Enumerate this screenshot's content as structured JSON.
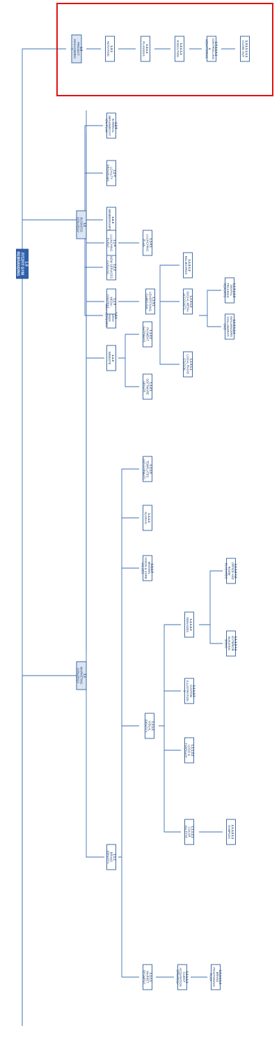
{
  "root": {
    "id": "1.0",
    "line1": "FITZFIT GYM",
    "line2": "REBRANDING"
  },
  "project_management": {
    "header": {
      "id": "1.3",
      "lines": [
        "PROJECT",
        "MANAGEMEN",
        "T"
      ]
    },
    "nodes": [
      {
        "id": "1.3.1",
        "lines": [
          "INITIATION"
        ]
      },
      {
        "id": "1.3.1.1",
        "lines": [
          "PLANNING"
        ]
      },
      {
        "id": "1.3.1.1.1",
        "lines": [
          "EXECUTION"
        ]
      },
      {
        "id": "1.3.1.1.1.1",
        "lines": [
          "CONTROLLING",
          "&",
          "MONITORING"
        ]
      },
      {
        "id": "1.3.1.1.1.1.1",
        "lines": [
          "CLOSE OUT"
        ]
      }
    ]
  },
  "business_strategy": {
    "header": {
      "id": "1.2",
      "lines": [
        "BUSINESS",
        "STRATEGY"
      ]
    },
    "children": [
      {
        "id": "1.2.1",
        "lines": [
          "FITNESS",
          "BRANDS",
          "PARTNERSHIPS"
        ]
      },
      {
        "id": "1.2.2",
        "lines": [
          "NEW SERVICES",
          "CATALOG"
        ]
      },
      {
        "id": "1.2.3",
        "lines": [
          "MEMBERSHIPS"
        ]
      },
      {
        "id": "1.2.4",
        "lines": [
          "LOYALTY",
          "PROGRAMS"
        ]
      },
      {
        "id": "1.2.5",
        "lines": [
          "INTERNAL",
          "IMPLEMENTAT",
          "ION PLAN"
        ]
      }
    ]
  },
  "marketing_strategy": {
    "header": {
      "id": "1.1",
      "lines": [
        "MARKETING",
        "STRATEGY"
      ]
    },
    "brand_identity": {
      "id": "1.1.1",
      "lines": [
        "BRAND",
        "IDENTITY"
      ]
    },
    "market_segment": {
      "id": "1.1.1.1",
      "lines": [
        "MARKET",
        "SEGMENT"
      ]
    },
    "client_acquisition": {
      "id": "1.1.1.1.1",
      "lines": [
        "CLIENT",
        "ACQUISITION",
        "STRATEGY"
      ]
    },
    "brand_positioning": {
      "id": "1.1.1.1.1.1",
      "lines": [
        "BRAND",
        "POSITIONING",
        "PLAN"
      ]
    },
    "visual_identity": {
      "id": "1.1.1.2",
      "lines": [
        "VISUAL",
        "IDENTITY"
      ]
    },
    "color_palette": {
      "id": "1.1.1.2.1",
      "lines": [
        "COLOR",
        "PALETTE"
      ]
    },
    "samples": {
      "id": "1.1.1.2.1.1",
      "lines": [
        "SAMPLES"
      ]
    },
    "logo_typeface": {
      "id": "1.1.1.2.2",
      "lines": [
        "LOGO &",
        "TYPEFACE"
      ]
    },
    "custom_illustrations": {
      "id": "1.1.1.2.3",
      "lines": [
        "CUSTOM",
        "ILLUSTRATION",
        "S"
      ]
    },
    "signages": {
      "id": "1.1.1.2.4",
      "lines": [
        "SIGNAGES"
      ]
    },
    "exterior_signs": {
      "id": "1.1.1.2.4.1",
      "lines": [
        "EXTERIOR",
        "BUILDING",
        "SIGNS"
      ]
    },
    "office_placards": {
      "id": "1.1.1.2.4.2",
      "lines": [
        "OFFICE AND",
        "ROOM",
        "PLACARDS"
      ]
    },
    "mission": {
      "id": "1.1.1.3",
      "lines": [
        "MISSION,",
        "VISION & CORE",
        "VALUES"
      ]
    },
    "slogan": {
      "id": "1.1.1.4",
      "lines": [
        "SLOGAN"
      ]
    },
    "templates": {
      "id": "1.1.1.5",
      "lines": [
        "TEMPLATES",
        "AND FORMATS"
      ]
    },
    "website": {
      "id": "1.1.2",
      "lines": [
        "WEBSITE"
      ]
    },
    "software_update": {
      "id": "1.1.2.1",
      "lines": [
        "SOFTWARE",
        "UPDATE"
      ]
    },
    "payment_gateways": {
      "id": "1.1.2.2",
      "lines": [
        "PAYMENT",
        "GATEWAYS"
      ]
    },
    "media_content": {
      "id": "1.1.3",
      "lines": [
        "MEDIA",
        "CONTENT"
      ]
    },
    "ad_campaign": {
      "id": "1.1.3.1",
      "lines": [
        "ADVERTISING",
        "CAMPAIGN"
      ]
    },
    "radio": {
      "id": "1.1.3.1.1",
      "lines": [
        "LOCAL RADIO",
        "STATION"
      ]
    },
    "social_media": {
      "id": "1.1.3.1.2",
      "lines": [
        "SOCIAL MEDIA",
        "ACCOUNTS"
      ]
    },
    "influencers": {
      "id": "1.1.3.1.2.1",
      "lines": [
        "INFLUENCERS",
        "COLLABORATI",
        "ONS"
      ]
    },
    "digital_reports": {
      "id": "1.1.3.1.2.2",
      "lines": [
        "DIGITAL",
        "TRACKING",
        "REPORTS"
      ]
    },
    "billboards": {
      "id": "1.1.3.1.3",
      "lines": [
        "BILLBOARDS"
      ]
    },
    "launching_event": {
      "id": "1.1.4",
      "lines": [
        "LAUNCHING",
        "EVENT"
      ]
    },
    "launching_plan": {
      "id": "1.1.4.1",
      "lines": [
        "LAUNCHING",
        "PLAN"
      ]
    }
  }
}
